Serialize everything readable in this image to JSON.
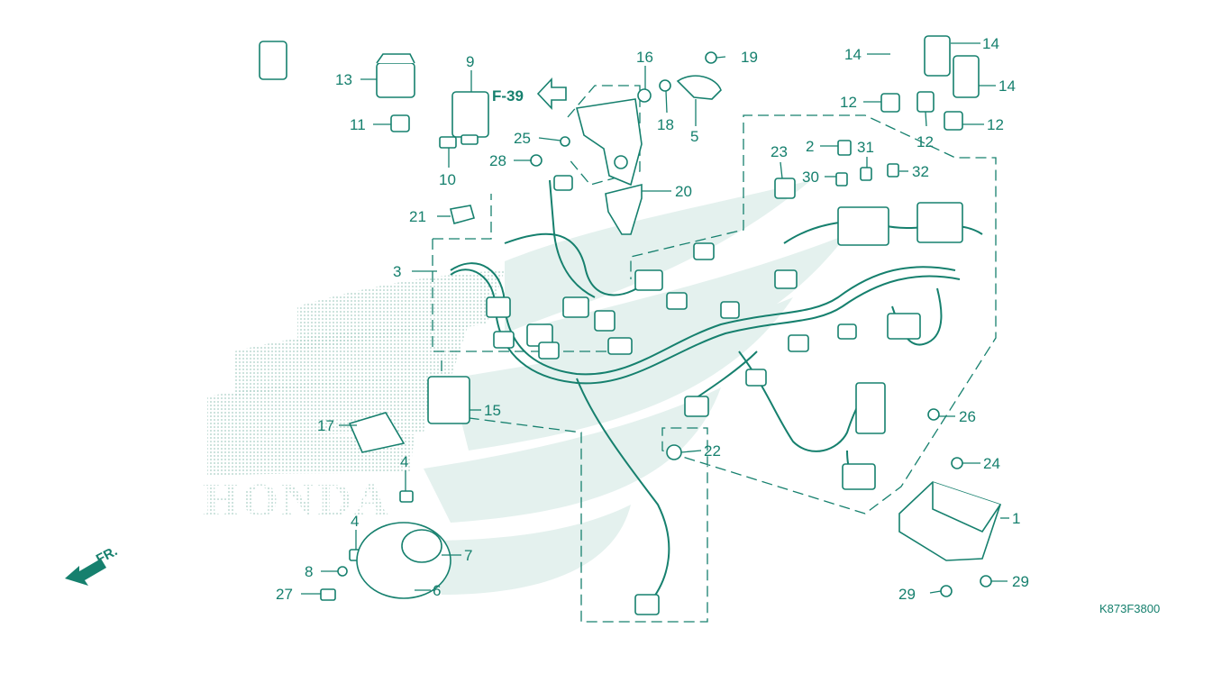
{
  "diagram": {
    "code": "K873F3800",
    "reference": "F-39",
    "direction": "FR.",
    "brand": "HONDA",
    "colors": {
      "line": "#16806e",
      "watermark": "#d8ece7",
      "dots": "#b9d9d0"
    },
    "callouts": [
      {
        "id": "c13",
        "text": "13"
      },
      {
        "id": "c11",
        "text": "11"
      },
      {
        "id": "c9",
        "text": "9"
      },
      {
        "id": "c10",
        "text": "10"
      },
      {
        "id": "c25",
        "text": "25"
      },
      {
        "id": "c28",
        "text": "28"
      },
      {
        "id": "c16",
        "text": "16"
      },
      {
        "id": "c18",
        "text": "18"
      },
      {
        "id": "c19",
        "text": "19"
      },
      {
        "id": "c5",
        "text": "5"
      },
      {
        "id": "c20",
        "text": "20"
      },
      {
        "id": "c21",
        "text": "21"
      },
      {
        "id": "c3",
        "text": "3"
      },
      {
        "id": "c14a",
        "text": "14"
      },
      {
        "id": "c14b",
        "text": "14"
      },
      {
        "id": "c14c",
        "text": "14"
      },
      {
        "id": "c12a",
        "text": "12"
      },
      {
        "id": "c12b",
        "text": "12"
      },
      {
        "id": "c12c",
        "text": "12"
      },
      {
        "id": "c2",
        "text": "2"
      },
      {
        "id": "c31",
        "text": "31"
      },
      {
        "id": "c23",
        "text": "23"
      },
      {
        "id": "c30",
        "text": "30"
      },
      {
        "id": "c32",
        "text": "32"
      },
      {
        "id": "c15",
        "text": "15"
      },
      {
        "id": "c17",
        "text": "17"
      },
      {
        "id": "c4a",
        "text": "4"
      },
      {
        "id": "c4b",
        "text": "4"
      },
      {
        "id": "c7",
        "text": "7"
      },
      {
        "id": "c8",
        "text": "8"
      },
      {
        "id": "c6",
        "text": "6"
      },
      {
        "id": "c27",
        "text": "27"
      },
      {
        "id": "c22",
        "text": "22"
      },
      {
        "id": "c26",
        "text": "26"
      },
      {
        "id": "c24",
        "text": "24"
      },
      {
        "id": "c1",
        "text": "1"
      },
      {
        "id": "c29a",
        "text": "29"
      },
      {
        "id": "c29b",
        "text": "29"
      }
    ]
  }
}
